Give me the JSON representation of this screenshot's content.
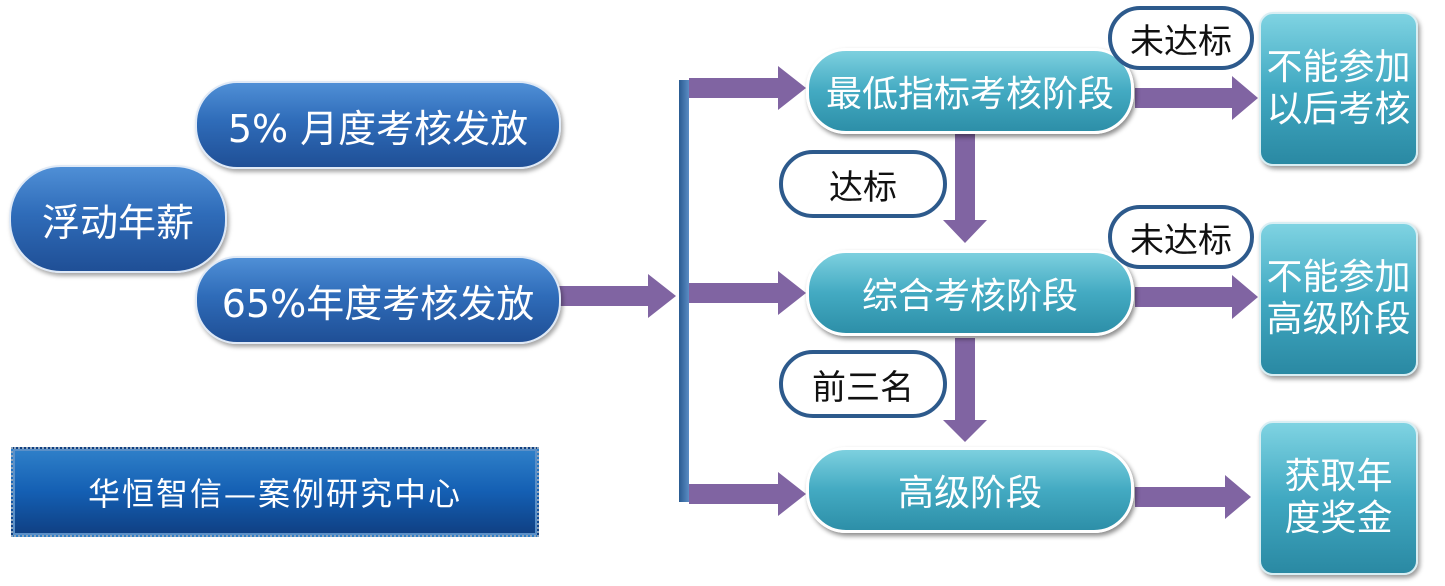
{
  "left": {
    "root": "浮动年薪",
    "monthly": "5% 月度考核发放",
    "annual": "65%年度考核发放",
    "brand": "华恒智信—案例研究中心"
  },
  "stages": {
    "minimum": "最低指标考核阶段",
    "comprehensive": "综合考核阶段",
    "senior": "高级阶段"
  },
  "conditions": {
    "pass": "达标",
    "top_three": "前三名",
    "fail_1": "未达标",
    "fail_2": "未达标"
  },
  "outcomes": {
    "no_later": "不能参加\n以后考核",
    "no_senior": "不能参加\n高级阶段",
    "bonus": "获取年\n度奖金"
  },
  "colors": {
    "arrow": "#8064a2",
    "blue_pill": "#2f6cb9",
    "teal": "#43aac2",
    "bracket": "#3a6ea5"
  }
}
